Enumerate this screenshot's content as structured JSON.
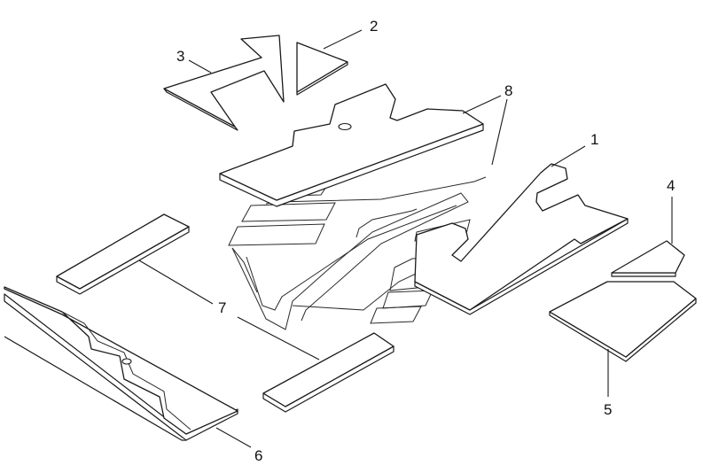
{
  "diagram": {
    "callouts": [
      {
        "id": "c2",
        "label": "2"
      },
      {
        "id": "c3",
        "label": "3"
      },
      {
        "id": "c8",
        "label": "8"
      },
      {
        "id": "c1",
        "label": "1"
      },
      {
        "id": "c4",
        "label": "4"
      },
      {
        "id": "c7",
        "label": "7"
      },
      {
        "id": "c5",
        "label": "5"
      },
      {
        "id": "c6",
        "label": "6"
      }
    ]
  },
  "colors": {
    "line": "#1a1a1a",
    "background": "#ffffff"
  }
}
